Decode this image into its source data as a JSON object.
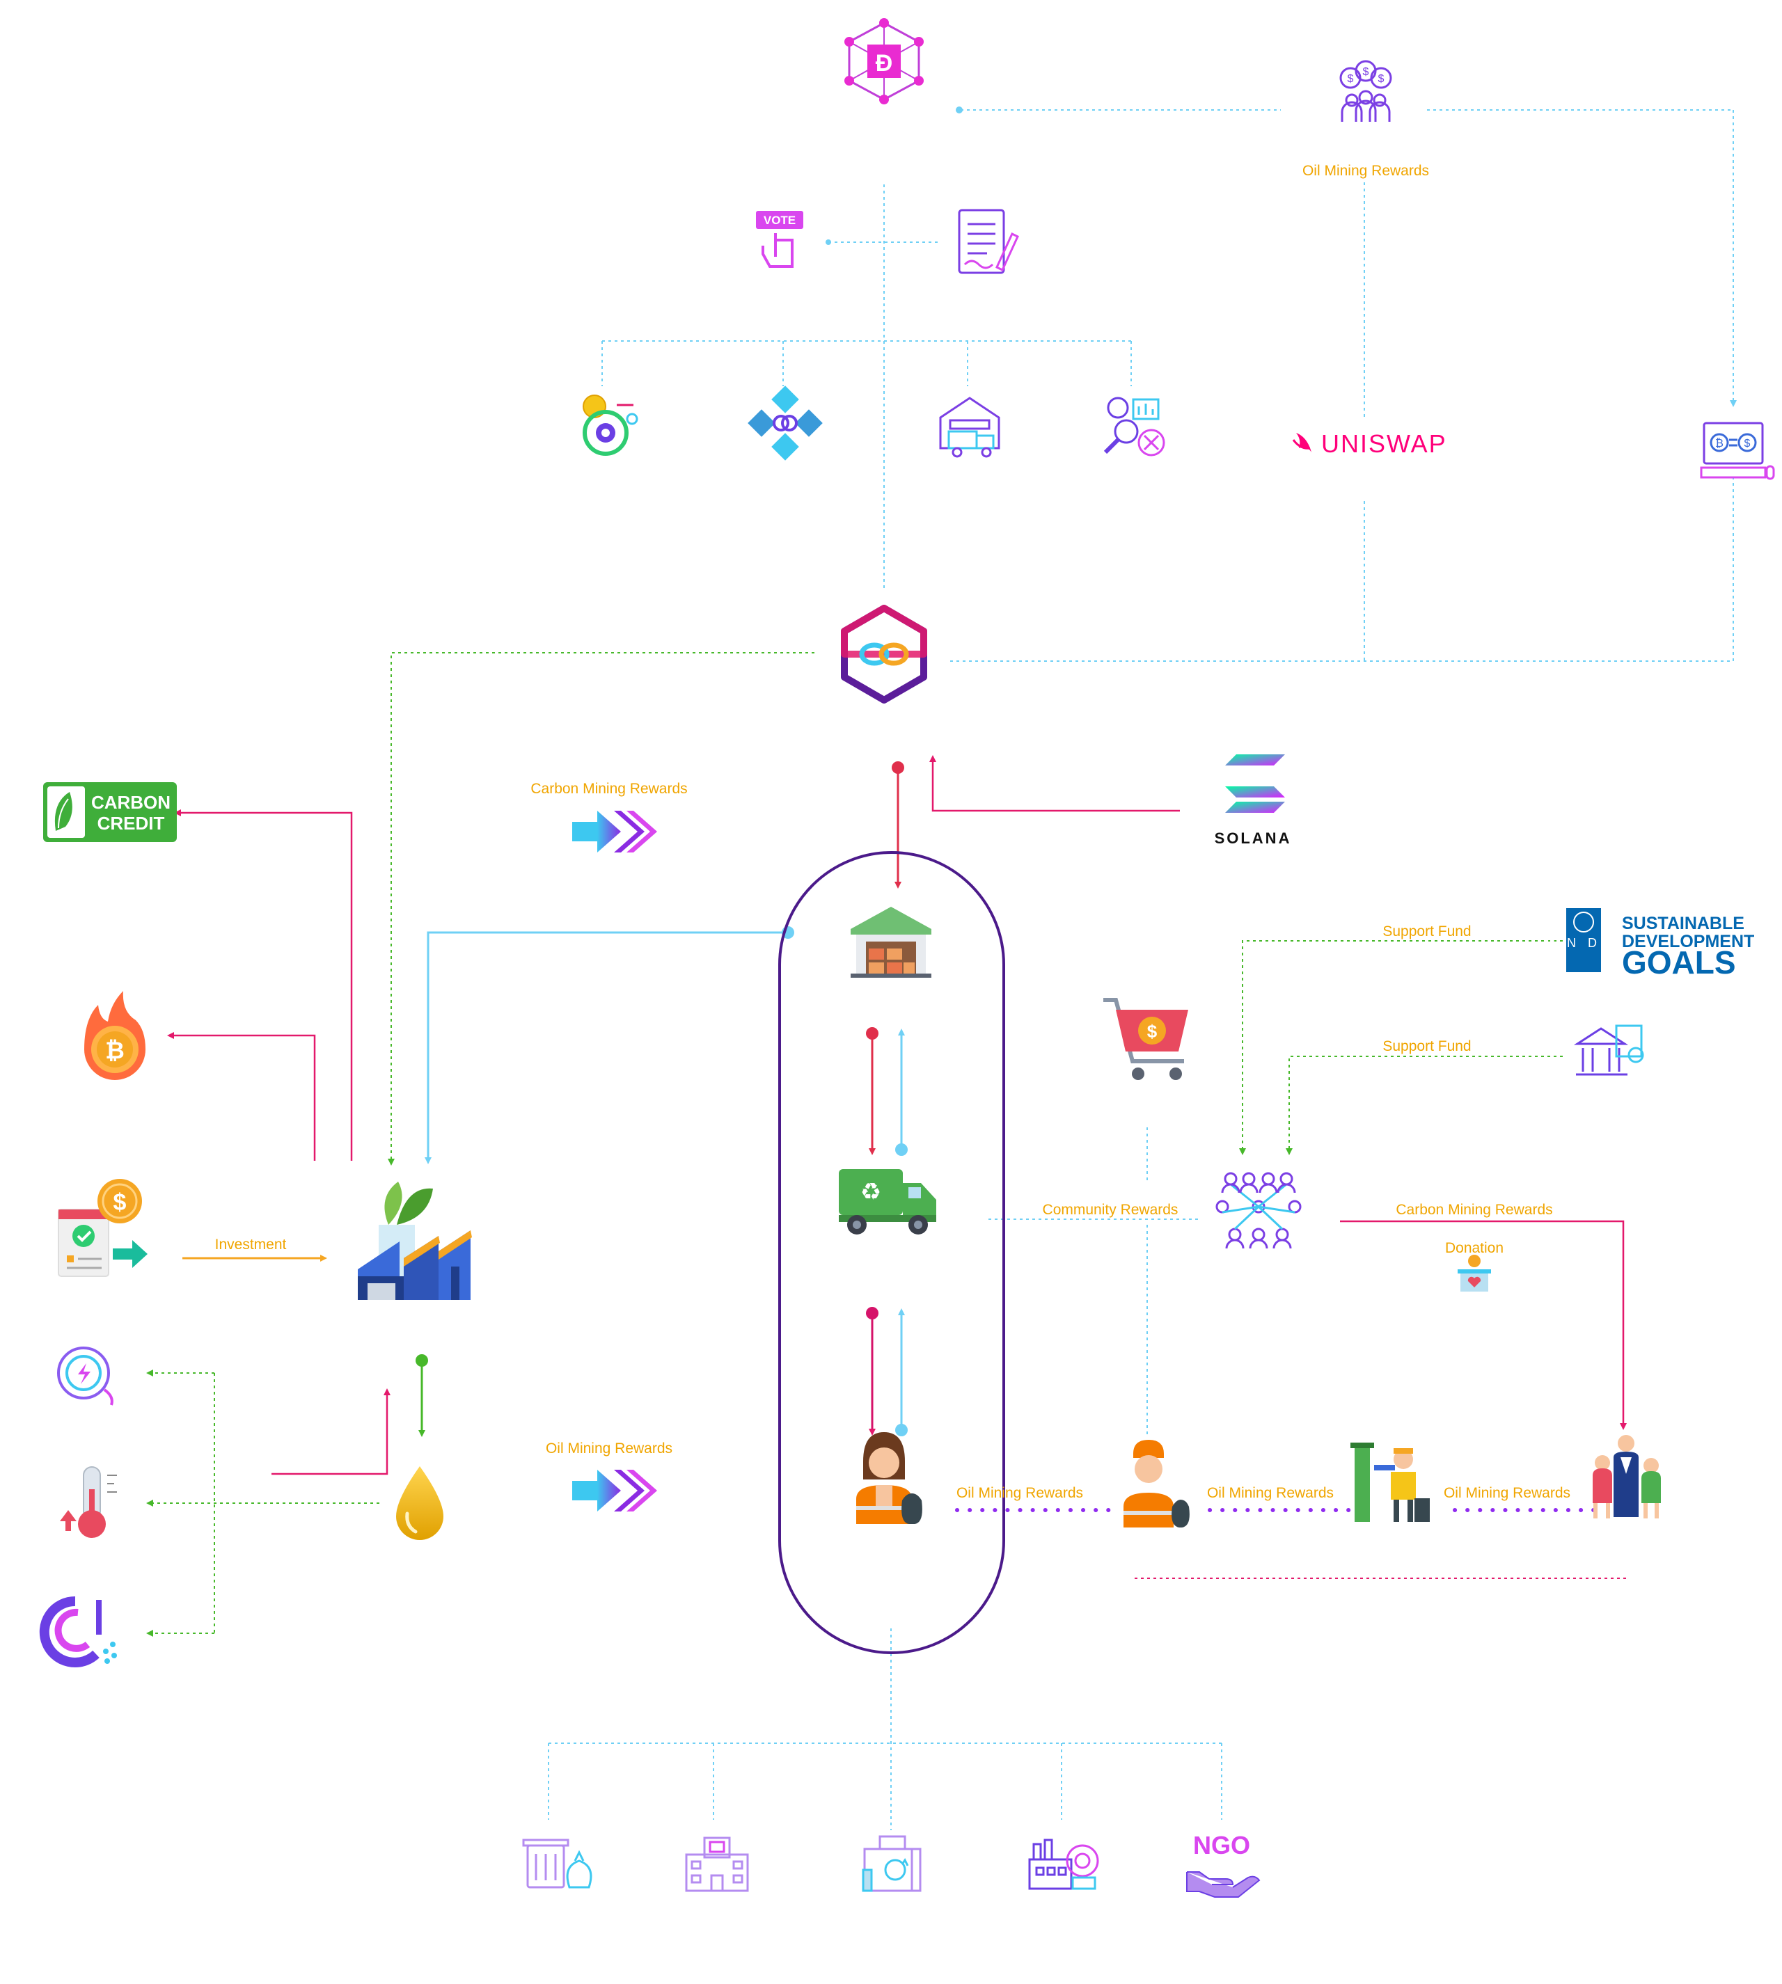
{
  "labels": {
    "oil_mining_rewards_top": "Oil Mining Rewards",
    "carbon_mining_rewards_left": "Carbon Mining Rewards",
    "oil_mining_rewards_left": "Oil Mining Rewards",
    "investment": "Investment",
    "support_fund_1": "Support Fund",
    "support_fund_2": "Support Fund",
    "community_rewards": "Community Rewards",
    "carbon_mining_rewards_right": "Carbon Mining Rewards",
    "donation": "Donation",
    "oil_mining_rewards_chain_1": "Oil Mining Rewards",
    "oil_mining_rewards_chain_2": "Oil Mining Rewards",
    "oil_mining_rewards_chain_3": "Oil Mining Rewards"
  },
  "logos": {
    "uniswap": "UNISWAP",
    "solana": "SOLANA",
    "carbon_credit_line1": "CARBON",
    "carbon_credit_line2": "CREDIT",
    "vote": "VOTE",
    "sdg_line1": "SUSTAINABLE",
    "sdg_line2": "DEVELOPMENT",
    "sdg_line3": "GOALS",
    "undp_letters": "U N D P",
    "ngo": "NGO"
  },
  "colors": {
    "pink_line": "#e3196b",
    "blue_line": "#6fd0f5",
    "green_line": "#47b82a",
    "orange_line": "#f5a623",
    "label_text": "#f0a500",
    "pill_border": "#4b1a8a",
    "purple_dots": "#8f2bef"
  },
  "icons": [
    "dash-network-icon",
    "investors-group-icon",
    "vote-hand-icon",
    "contract-document-icon",
    "coin-gear-icon",
    "blockchain-cubes-icon",
    "warehouse-truck-icon",
    "analytics-gears-icon",
    "uniswap-logo",
    "crypto-exchange-monitor-icon",
    "chainlink-hexagon-icon",
    "solana-logo",
    "carbon-credit-badge",
    "burning-bitcoin-icon",
    "investment-document-icon",
    "green-factory-icon",
    "clean-energy-icon",
    "thermometer-icon",
    "carbon-element-icon",
    "oil-drop-icon",
    "recycling-warehouse-icon",
    "garbage-truck-icon",
    "waste-collector-woman-icon",
    "shopping-cart-icon",
    "community-network-icon",
    "undp-sdg-logo",
    "government-building-icon",
    "donation-box-icon",
    "waste-worker-icon",
    "street-vendor-icon",
    "family-icon",
    "trash-bins-icon",
    "office-building-icon",
    "recycling-factory-icon",
    "industrial-plant-icon",
    "ngo-hand-icon"
  ]
}
